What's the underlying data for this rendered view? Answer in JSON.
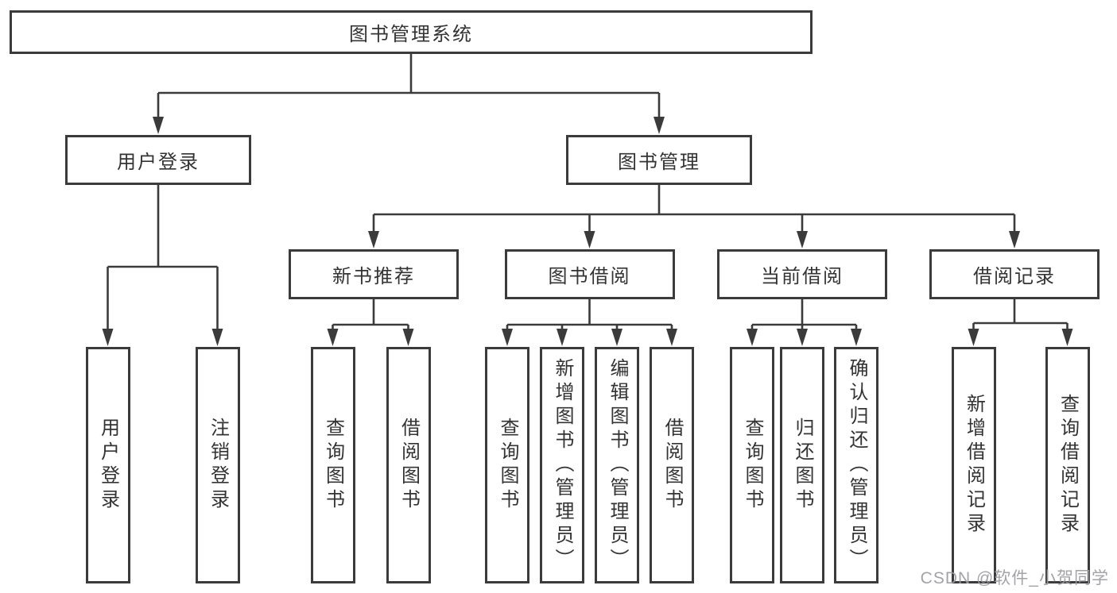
{
  "tree": {
    "label": "图书管理系统",
    "children": [
      {
        "label": "用户登录",
        "children": [
          {
            "label": "用户登录"
          },
          {
            "label": "注销登录"
          }
        ]
      },
      {
        "label": "图书管理",
        "children": [
          {
            "label": "新书推荐",
            "children": [
              {
                "label": "查询图书"
              },
              {
                "label": "借阅图书"
              }
            ]
          },
          {
            "label": "图书借阅",
            "children": [
              {
                "label": "查询图书"
              },
              {
                "label": "新增图书（管理员）"
              },
              {
                "label": "编辑图书（管理员）"
              },
              {
                "label": "借阅图书"
              }
            ]
          },
          {
            "label": "当前借阅",
            "children": [
              {
                "label": "查询图书"
              },
              {
                "label": "归还图书"
              },
              {
                "label": "确认归还（管理员）"
              }
            ]
          },
          {
            "label": "借阅记录",
            "children": [
              {
                "label": "新增借阅记录"
              },
              {
                "label": "查询借阅记录"
              }
            ]
          }
        ]
      }
    ]
  },
  "watermark": "CSDN @软件_小贺同学",
  "colors": {
    "line": "#3b3b3b",
    "text": "#333333",
    "watermark": "#9b9ba1",
    "background": "#ffffff"
  }
}
